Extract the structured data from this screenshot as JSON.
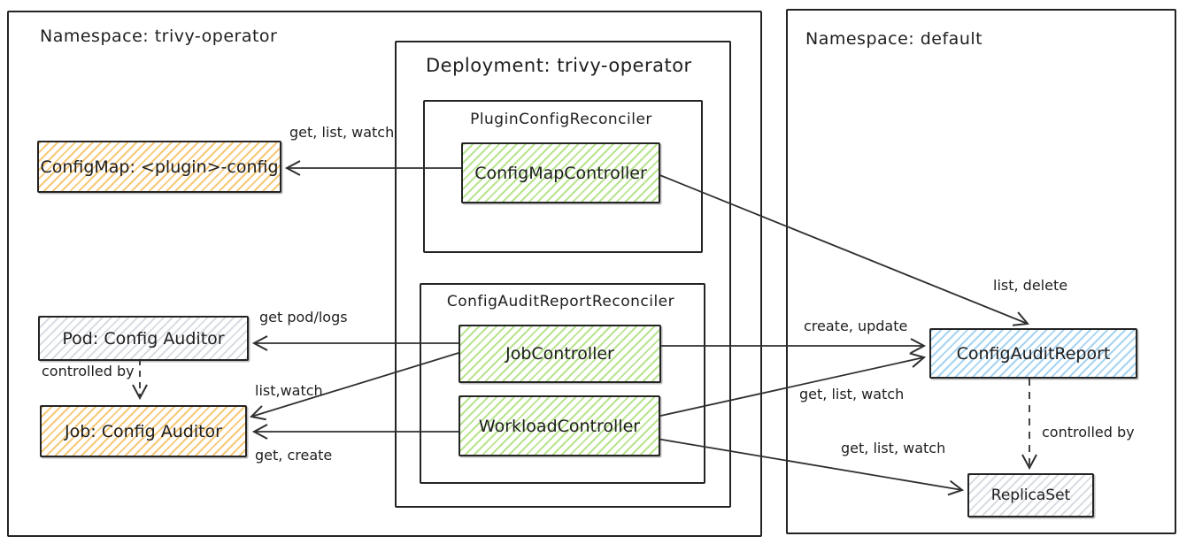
{
  "diagram": {
    "namespaces": {
      "trivy_operator": {
        "title": "Namespace: trivy-operator"
      },
      "default_ns": {
        "title": "Namespace: default"
      }
    },
    "deployment": {
      "title": "Deployment: trivy-operator"
    },
    "reconcilers": {
      "plugin_config": {
        "title": "PluginConfigReconciler"
      },
      "config_audit_report": {
        "title": "ConfigAuditReportReconciler"
      }
    },
    "nodes": {
      "config_map": {
        "label": "ConfigMap: <plugin>-config",
        "color": "#f8c878"
      },
      "config_map_controller": {
        "label": "ConfigMapController",
        "color": "#b9e48e"
      },
      "pod": {
        "label": "Pod: Config Auditor",
        "color": "#d9dde2"
      },
      "job": {
        "label": "Job: Config Auditor",
        "color": "#f8c878"
      },
      "job_controller": {
        "label": "JobController",
        "color": "#b9e48e"
      },
      "workload_controller": {
        "label": "WorkloadController",
        "color": "#b9e48e"
      },
      "config_audit_report": {
        "label": "ConfigAuditReport",
        "color": "#a6d4f2"
      },
      "replica_set": {
        "label": "ReplicaSet",
        "color": "#d9dde2"
      }
    },
    "edges": {
      "cmc_to_configmap": {
        "label": "get, list, watch"
      },
      "cmc_to_car": {
        "label": "list, delete"
      },
      "jc_to_pod": {
        "label": "get pod/logs"
      },
      "jc_to_job": {
        "label": "list,watch"
      },
      "jc_to_car": {
        "label": "create, update"
      },
      "wc_to_job": {
        "label": "get, create"
      },
      "wc_to_car": {
        "label": "get, list, watch"
      },
      "wc_to_replicaset": {
        "label": "get, list, watch"
      },
      "pod_to_job": {
        "label": "controlled by"
      },
      "car_to_replicaset": {
        "label": "controlled by"
      }
    },
    "colors": {
      "stroke": "#242424",
      "arrow": "#2f2f2f",
      "background": "#ffffff"
    }
  }
}
